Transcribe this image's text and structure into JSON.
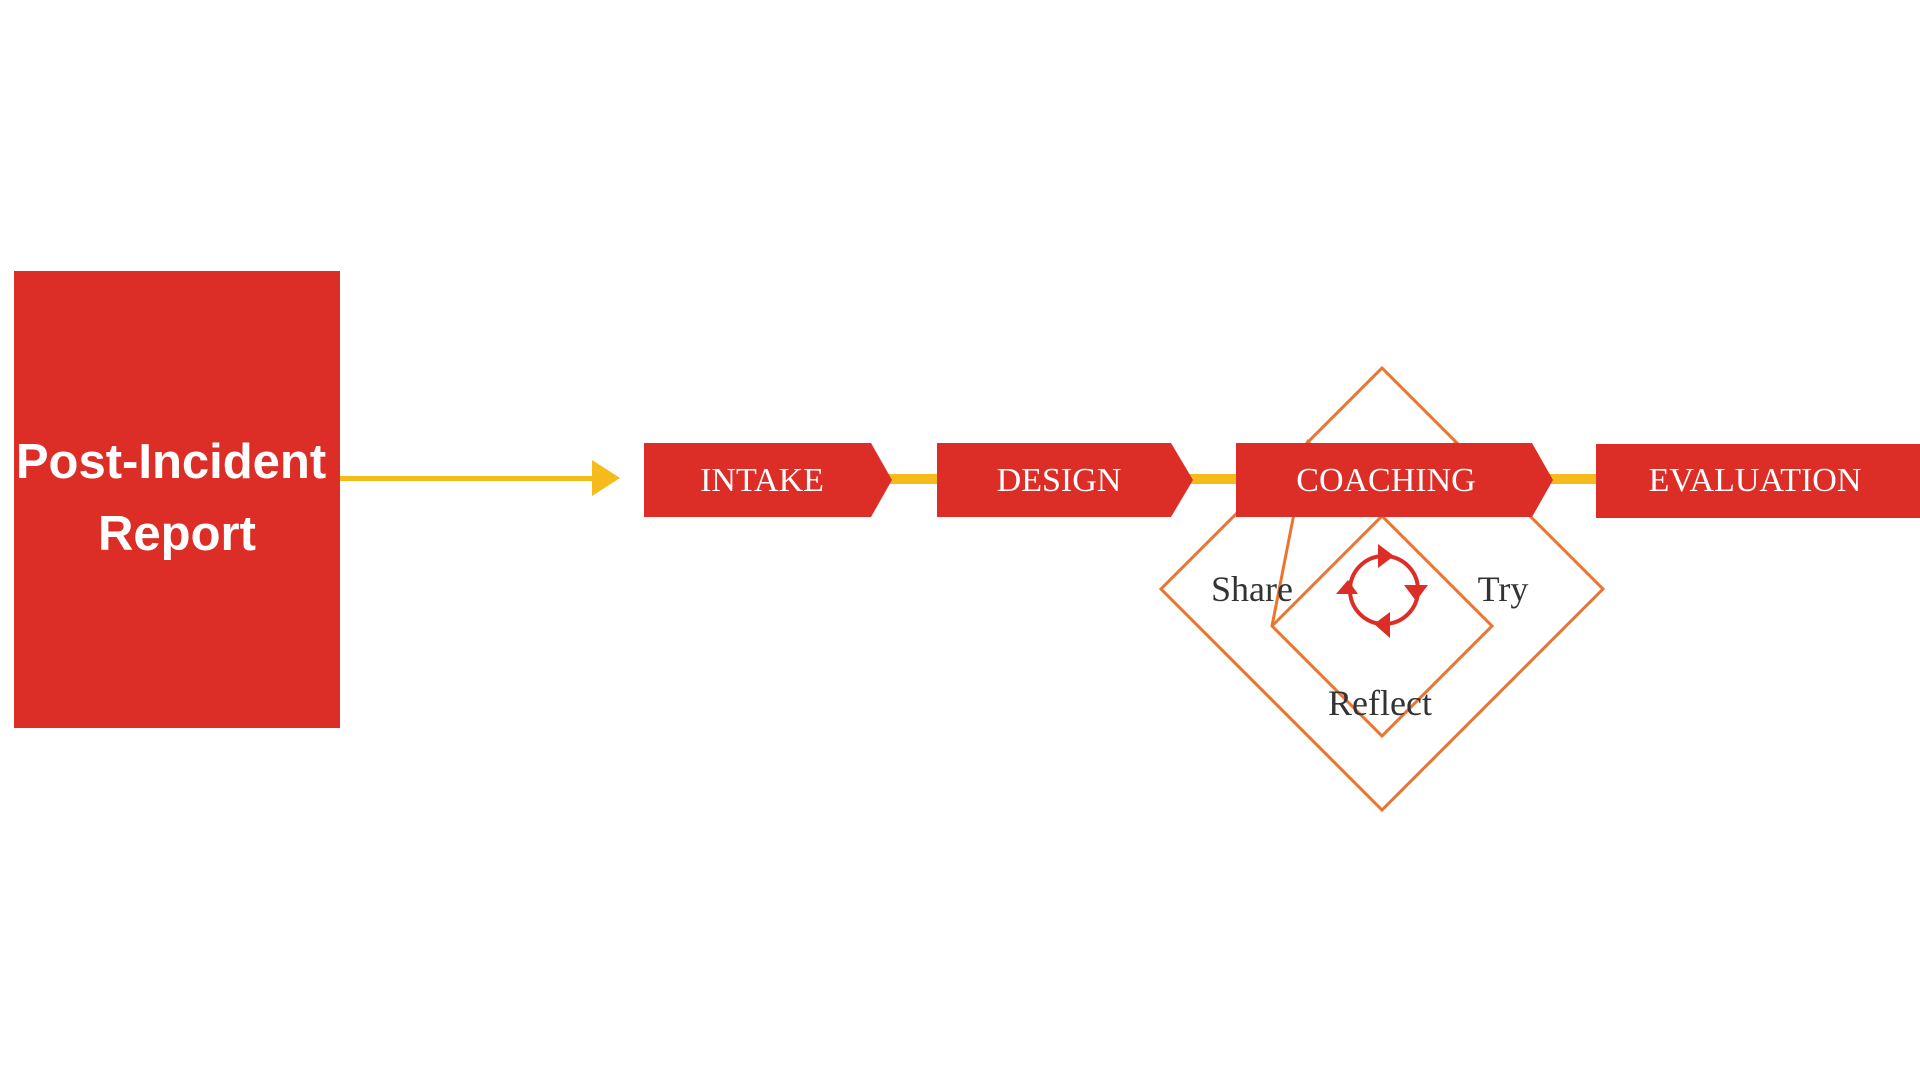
{
  "colors": {
    "background": "#ffffff",
    "stage_red": "#dc2d27",
    "connector_yellow": "#f5bb1b",
    "diamond_orange": "#ea7430",
    "cycle_text": "#333333",
    "stage_text": "#ffffff"
  },
  "source": {
    "line1": "Post-Incident",
    "line2": "Report"
  },
  "stages": {
    "intake": "INTAKE",
    "design": "DESIGN",
    "coaching": "COACHING",
    "evaluation": "EVALUATION"
  },
  "coaching_cycle": {
    "share": "Share",
    "try": "Try",
    "reflect": "Reflect",
    "icon": "refresh-cycle-icon"
  }
}
